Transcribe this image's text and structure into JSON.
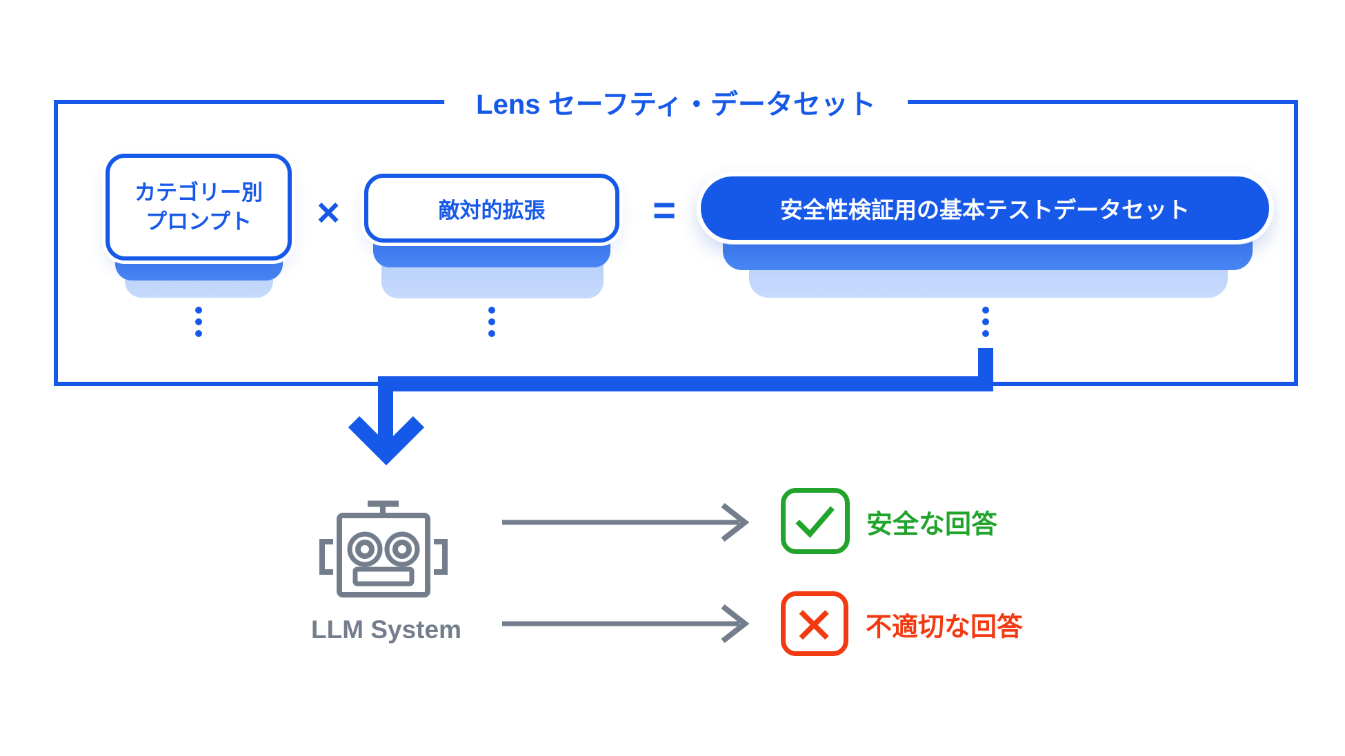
{
  "colors": {
    "blue": "#1659E8",
    "blue-mid": "#3F7DF2",
    "blue-light": "#BCD2FA",
    "gray": "#747D8B",
    "green": "#22A42C",
    "red": "#F23A12"
  },
  "header": {
    "title": "Lens セーフティ・データセット"
  },
  "dataset": {
    "prompt_card": {
      "line1": "カテゴリー別",
      "line2": "プロンプト"
    },
    "multiply_operator": "×",
    "adversarial_card": {
      "label": "敵対的拡張"
    },
    "equals_operator": "=",
    "result_pill": {
      "label": "安全性検証用の基本テストデータセット"
    }
  },
  "llm": {
    "label": "LLM System"
  },
  "outcomes": {
    "safe": {
      "label": "安全な回答"
    },
    "unsafe": {
      "label": "不適切な回答"
    }
  },
  "icons": {
    "robot": "robot-icon",
    "check": "check-icon",
    "cross": "x-icon",
    "down_arrow": "down-arrow-connector",
    "right_arrow": "right-arrow"
  }
}
